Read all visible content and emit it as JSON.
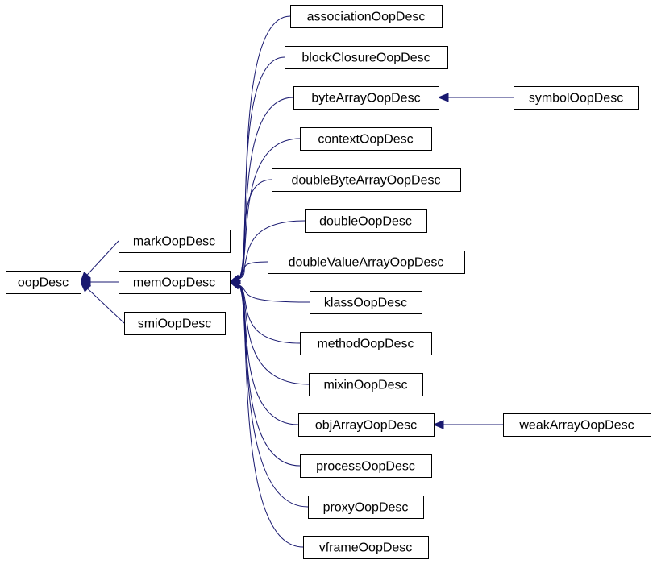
{
  "diagram": {
    "type": "inheritance-graph",
    "colors": {
      "edge": "#191970",
      "node_border": "#000000",
      "node_fill": "#ffffff",
      "text": "#000000"
    },
    "nodes": [
      {
        "id": "oopDesc",
        "label": "oopDesc"
      },
      {
        "id": "markOopDesc",
        "label": "markOopDesc"
      },
      {
        "id": "memOopDesc",
        "label": "memOopDesc"
      },
      {
        "id": "smiOopDesc",
        "label": "smiOopDesc"
      },
      {
        "id": "associationOopDesc",
        "label": "associationOopDesc"
      },
      {
        "id": "blockClosureOopDesc",
        "label": "blockClosureOopDesc"
      },
      {
        "id": "byteArrayOopDesc",
        "label": "byteArrayOopDesc"
      },
      {
        "id": "contextOopDesc",
        "label": "contextOopDesc"
      },
      {
        "id": "doubleByteArrayOopDesc",
        "label": "doubleByteArrayOopDesc"
      },
      {
        "id": "doubleOopDesc",
        "label": "doubleOopDesc"
      },
      {
        "id": "doubleValueArrayOopDesc",
        "label": "doubleValueArrayOopDesc"
      },
      {
        "id": "klassOopDesc",
        "label": "klassOopDesc"
      },
      {
        "id": "methodOopDesc",
        "label": "methodOopDesc"
      },
      {
        "id": "mixinOopDesc",
        "label": "mixinOopDesc"
      },
      {
        "id": "objArrayOopDesc",
        "label": "objArrayOopDesc"
      },
      {
        "id": "processOopDesc",
        "label": "processOopDesc"
      },
      {
        "id": "proxyOopDesc",
        "label": "proxyOopDesc"
      },
      {
        "id": "vframeOopDesc",
        "label": "vframeOopDesc"
      },
      {
        "id": "symbolOopDesc",
        "label": "symbolOopDesc"
      },
      {
        "id": "weakArrayOopDesc",
        "label": "weakArrayOopDesc"
      }
    ],
    "edges": [
      {
        "from": "markOopDesc",
        "to": "oopDesc"
      },
      {
        "from": "memOopDesc",
        "to": "oopDesc"
      },
      {
        "from": "smiOopDesc",
        "to": "oopDesc"
      },
      {
        "from": "associationOopDesc",
        "to": "memOopDesc"
      },
      {
        "from": "blockClosureOopDesc",
        "to": "memOopDesc"
      },
      {
        "from": "byteArrayOopDesc",
        "to": "memOopDesc"
      },
      {
        "from": "contextOopDesc",
        "to": "memOopDesc"
      },
      {
        "from": "doubleByteArrayOopDesc",
        "to": "memOopDesc"
      },
      {
        "from": "doubleOopDesc",
        "to": "memOopDesc"
      },
      {
        "from": "doubleValueArrayOopDesc",
        "to": "memOopDesc"
      },
      {
        "from": "klassOopDesc",
        "to": "memOopDesc"
      },
      {
        "from": "methodOopDesc",
        "to": "memOopDesc"
      },
      {
        "from": "mixinOopDesc",
        "to": "memOopDesc"
      },
      {
        "from": "objArrayOopDesc",
        "to": "memOopDesc"
      },
      {
        "from": "processOopDesc",
        "to": "memOopDesc"
      },
      {
        "from": "proxyOopDesc",
        "to": "memOopDesc"
      },
      {
        "from": "vframeOopDesc",
        "to": "memOopDesc"
      },
      {
        "from": "symbolOopDesc",
        "to": "byteArrayOopDesc"
      },
      {
        "from": "weakArrayOopDesc",
        "to": "objArrayOopDesc"
      }
    ]
  }
}
